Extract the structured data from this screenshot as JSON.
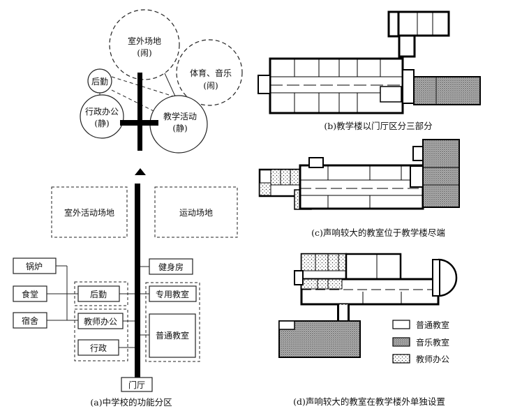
{
  "part_a": {
    "bubble_outdoor": "室外场地",
    "bubble_outdoor_note": "(闹)",
    "bubble_logistics": "后勤",
    "bubble_pe_music": "体育、音乐",
    "bubble_pe_music_note": "(闹)",
    "bubble_admin": "行政办公",
    "bubble_admin_note": "(静)",
    "bubble_teaching": "教学活动",
    "bubble_teaching_note": "(静)",
    "outdoor_area": "室外活动场地",
    "sports_area": "运动场地",
    "boiler": "锅炉",
    "canteen": "食堂",
    "dormitory": "宿舍",
    "logistics": "后勤",
    "teacher_office": "教师办公",
    "administration": "行政",
    "gym": "健身房",
    "special_classroom": "专用教室",
    "regular_classroom": "普通教室",
    "entrance_hall": "门厅",
    "caption": "(a)中学校的功能分区"
  },
  "part_b": {
    "caption": "(b)教学楼以门厅区分三部分"
  },
  "part_c": {
    "caption": "(c)声响较大的教室位于教学楼尽端"
  },
  "part_d": {
    "caption": "(d)声响较大的教室在教学楼外单独设置"
  },
  "legend": {
    "regular": "普通教室",
    "music": "音乐教室",
    "teacher": "教师办公"
  }
}
